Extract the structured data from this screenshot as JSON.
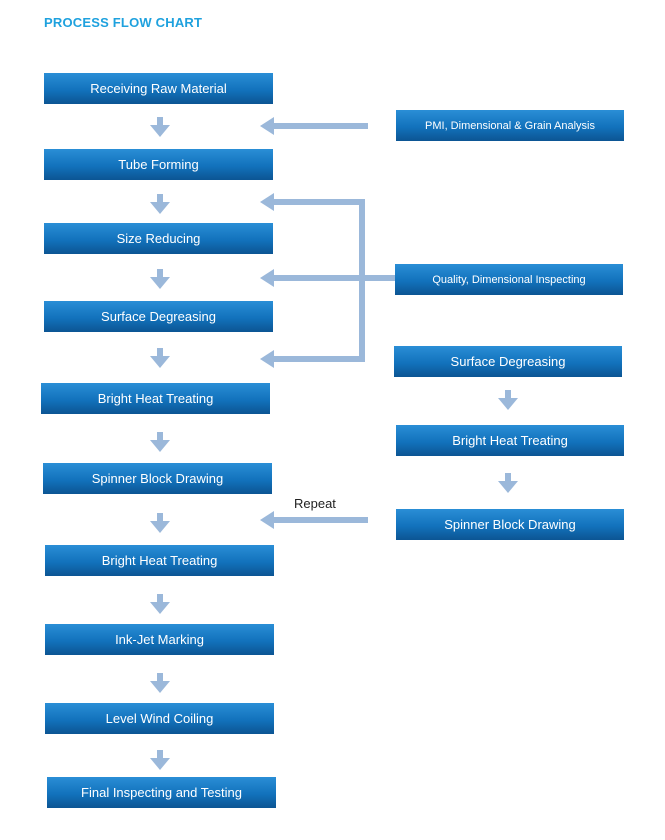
{
  "title": "PROCESS FLOW CHART",
  "colors": {
    "title": "#1ea1de",
    "box_top": "#2a8ed6",
    "box_bottom": "#0c5593",
    "arrow": "#9bb8da",
    "box_text": "#ffffff"
  },
  "main_steps": [
    "Receiving Raw Material",
    "Tube Forming",
    "Size Reducing",
    "Surface Degreasing",
    "Bright Heat Treating",
    "Spinner Block Drawing",
    "Bright Heat Treating",
    "Ink-Jet Marking",
    "Level Wind Coiling",
    "Final Inspecting and Testing"
  ],
  "side_steps": {
    "analysis": "PMI, Dimensional & Grain Analysis",
    "inspecting": "Quality, Dimensional Inspecting",
    "repeat_loop": [
      "Surface Degreasing",
      "Bright Heat Treating",
      "Spinner Block Drawing"
    ]
  },
  "repeat_label": "Repeat"
}
